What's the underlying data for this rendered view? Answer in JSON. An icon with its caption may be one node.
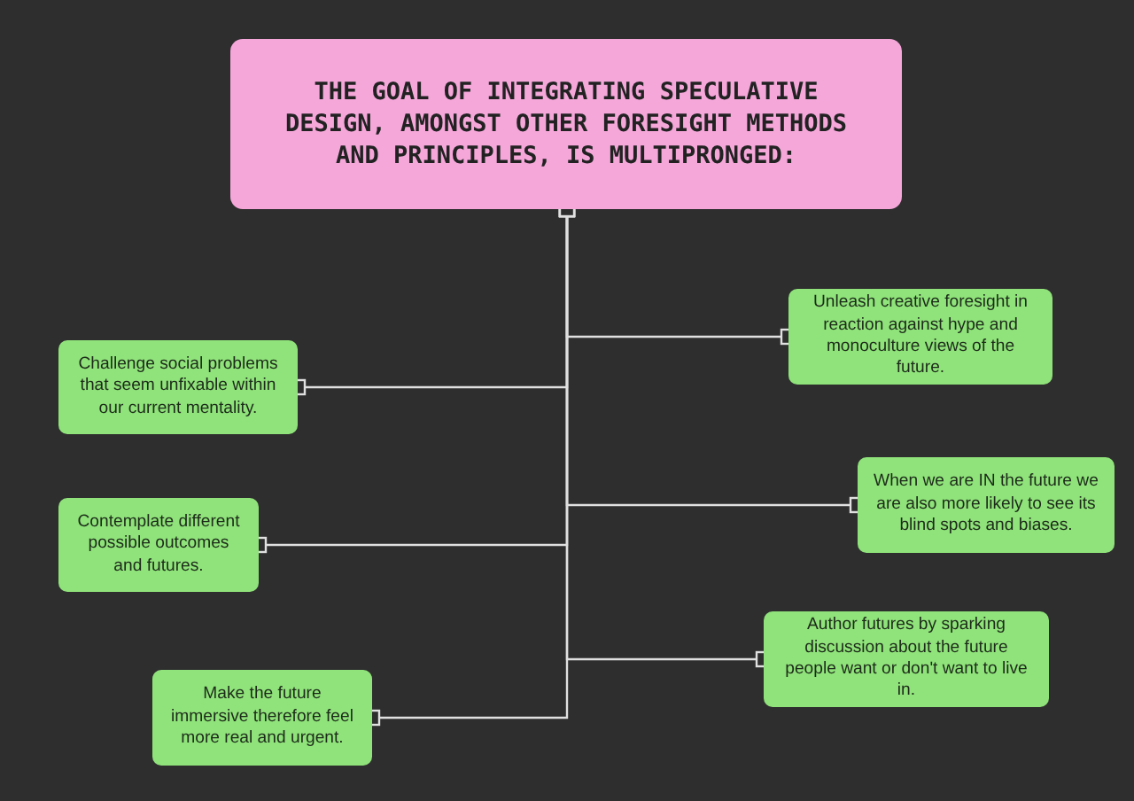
{
  "diagram": {
    "nodes": [
      {
        "text": [
          "THE GOAL OF INTEGRATING SPECULATIVE DESIGN, AMONGST OTHER FORESIGHT METHODS AND PRINCIPLES, IS MULTIPRONGED:"
        ]
      },
      {
        "text": [
          "Unleash creative foresight in reaction against hype and monoculture views of the future."
        ]
      },
      {
        "text": [
          "Challenge social problems that seem unfixable within our current mentality."
        ]
      },
      {
        "text": [
          "When we are IN the future we are also more likely to see its blind spots and biases."
        ]
      },
      {
        "text": [
          "Contemplate different possible outcomes and futures."
        ]
      },
      {
        "text": [
          "Author futures by sparking discussion about the future people want or don't want to live in."
        ]
      },
      {
        "text": [
          "Make the future immersive therefore feel more real and urgent."
        ]
      }
    ],
    "edges": [
      {
        "from": 0,
        "to": 1,
        "arrow": "other"
      },
      {
        "from": 0,
        "to": 2,
        "arrow": "other"
      },
      {
        "from": 0,
        "to": 3,
        "arrow": "other"
      },
      {
        "from": 0,
        "to": 4,
        "arrow": "other"
      },
      {
        "from": 0,
        "to": 5,
        "arrow": "other"
      },
      {
        "from": 0,
        "to": 6,
        "arrow": "other"
      }
    ]
  }
}
